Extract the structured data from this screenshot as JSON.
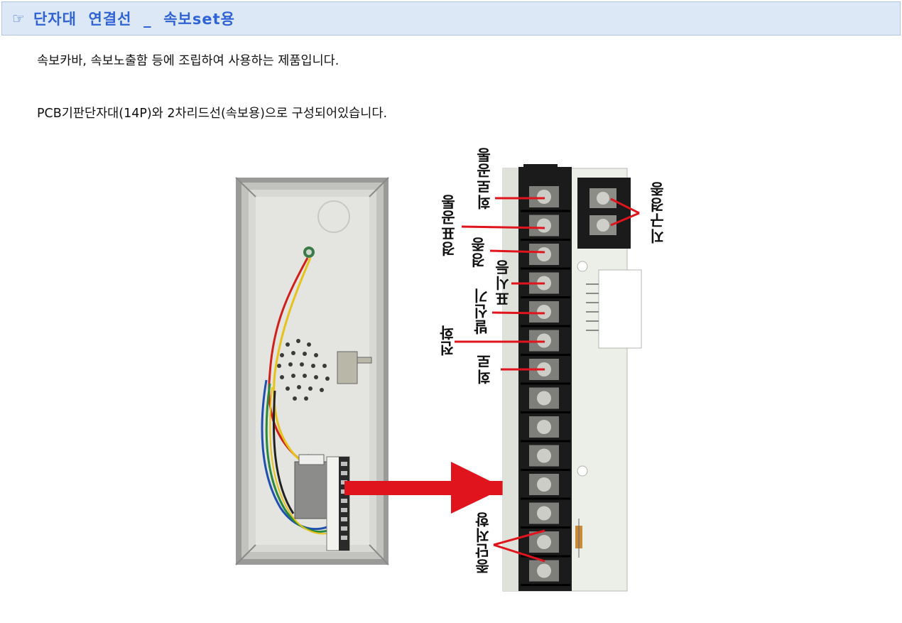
{
  "header": {
    "icon": "pointing-hand-icon",
    "title": "단자대  연결선  _  속보set용"
  },
  "paragraphs": {
    "line1": "속보카바, 속보노출함 등에 조립하여 사용하는 제품입니다.",
    "line2": "PCB기판단자대(14P)와 2차리드선(속보용)으로 구성되어있습니다."
  },
  "figure": {
    "labels": {
      "circuit_common": "회로공통",
      "alarm_common": "경표공통",
      "bell": "경종",
      "indicator_lamp": "표시등",
      "transmitter": "발신기",
      "phone": "전화",
      "circuit": "회로",
      "end_resistor": "종단저항",
      "district_bell": "지구경종"
    },
    "arrow_color": "#e0141c",
    "line_color": "#e0141c"
  }
}
